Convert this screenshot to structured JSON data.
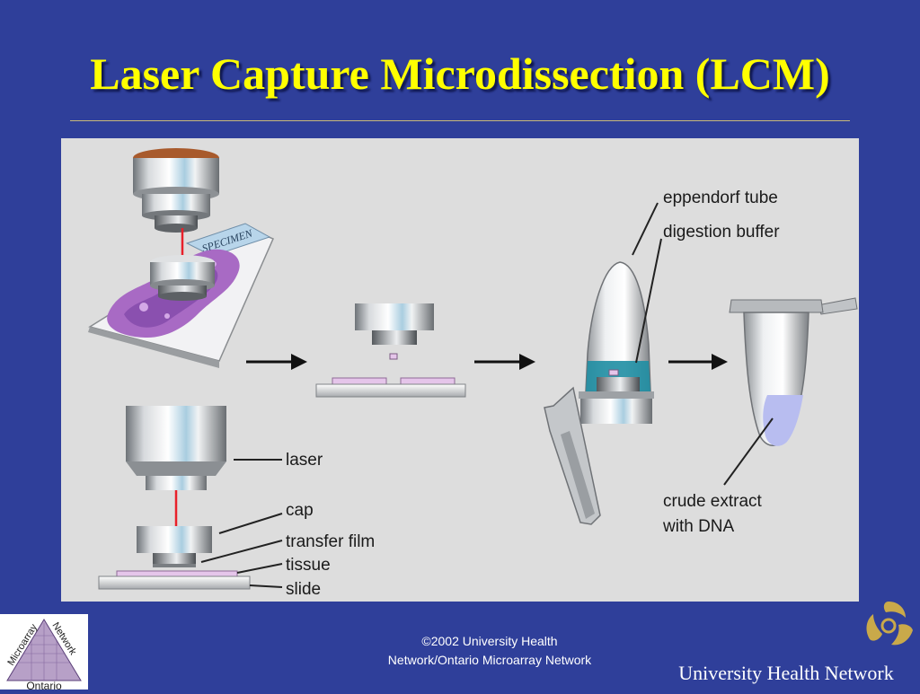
{
  "slide": {
    "title": "Laser Capture Microdissection (LCM)"
  },
  "diagram": {
    "specimen_label": "SPECIMEN",
    "labels": {
      "laser": "laser",
      "cap": "cap",
      "transfer_film": "transfer film",
      "tissue": "tissue",
      "slide": "slide",
      "eppendorf_tube": "eppendorf tube",
      "digestion_buffer": "digestion buffer",
      "crude_extract_line1": "crude extract",
      "crude_extract_line2": "with DNA"
    }
  },
  "footer": {
    "copyright_line1": "©2002 University Health",
    "copyright_line2": "Network/Ontario Microarray Network",
    "logo_left": {
      "word_top_left": "Microarray",
      "word_top_right": "Network",
      "word_bottom": "Ontario"
    },
    "logo_right_text": "University Health Network"
  },
  "colors": {
    "background": "#2f3f9a",
    "title": "#ffff00",
    "panel": "#dddddd",
    "laser_beam": "#e8202a",
    "tissue": "#e5c5ea",
    "digestion_buffer": "#1f8ea3",
    "extract": "#b8bdf0",
    "logo_gold": "#c9a94a"
  }
}
